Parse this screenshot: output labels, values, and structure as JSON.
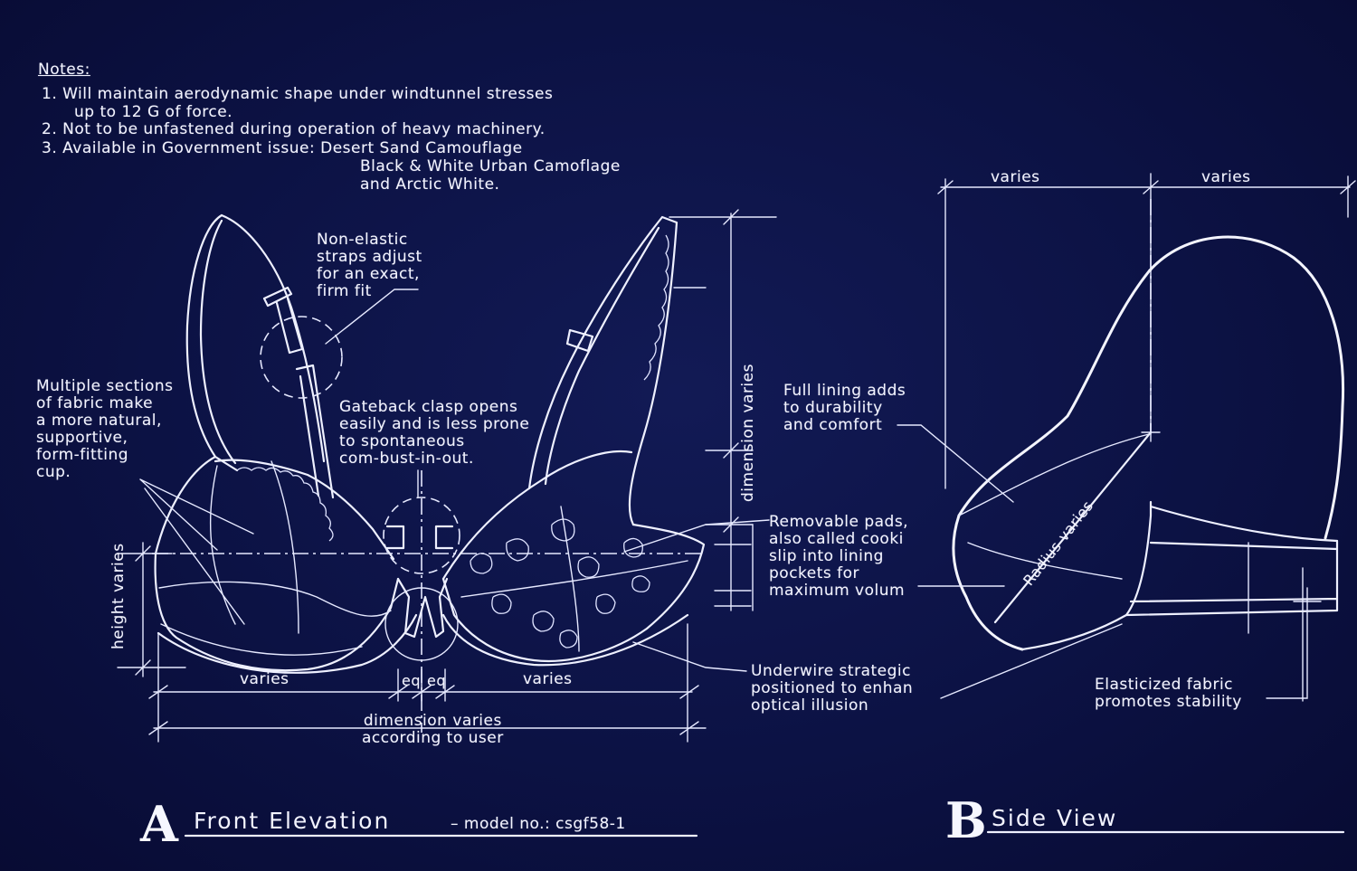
{
  "notes": {
    "heading": "Notes:",
    "item1_line1": "1. Will maintain aerodynamic shape under windtunnel stresses",
    "item1_line2": "up to 12 G of force.",
    "item2": "2. Not to be unfastened during operation of heavy machinery.",
    "item3_line1": "3. Available in Government issue: Desert Sand Camouflage",
    "item3_line2": "Black & White Urban Camoflage",
    "item3_line3": "and Arctic White."
  },
  "callouts": {
    "straps": "Non-elastic\nstraps adjust\nfor an exact,\nfirm fit",
    "sections": "Multiple sections\nof fabric make\na more natural,\nsupportive,\nform-fitting\ncup.",
    "clasp": "Gateback clasp opens\neasily and is less prone\nto spontaneous\ncom-bust-in-out.",
    "pads": "Removable pads,\nalso called cooki\nslip into lining\npockets for\nmaximum volum",
    "underwire": "Underwire strategic\npositioned to enhan\noptical illusion",
    "lining": "Full lining adds\nto durability\nand comfort",
    "elastic": "Elasticized fabric\npromotes stability"
  },
  "dimensions": {
    "varies_left": "varies",
    "eq_1": "eq",
    "eq_2": "eq",
    "varies_right": "varies",
    "total": "dimension varies\naccording to user",
    "height": "height varies",
    "vertical": "dimension varies",
    "side_left": "varies",
    "side_right": "varies",
    "radius": "Radius varies"
  },
  "views": {
    "a_letter": "A",
    "a_title": "Front Elevation",
    "a_model": "– model no.: csgf58-1",
    "b_letter": "B",
    "b_title": "Side View"
  },
  "colors": {
    "background": "#0c1244",
    "ink": "#eef0ff"
  }
}
